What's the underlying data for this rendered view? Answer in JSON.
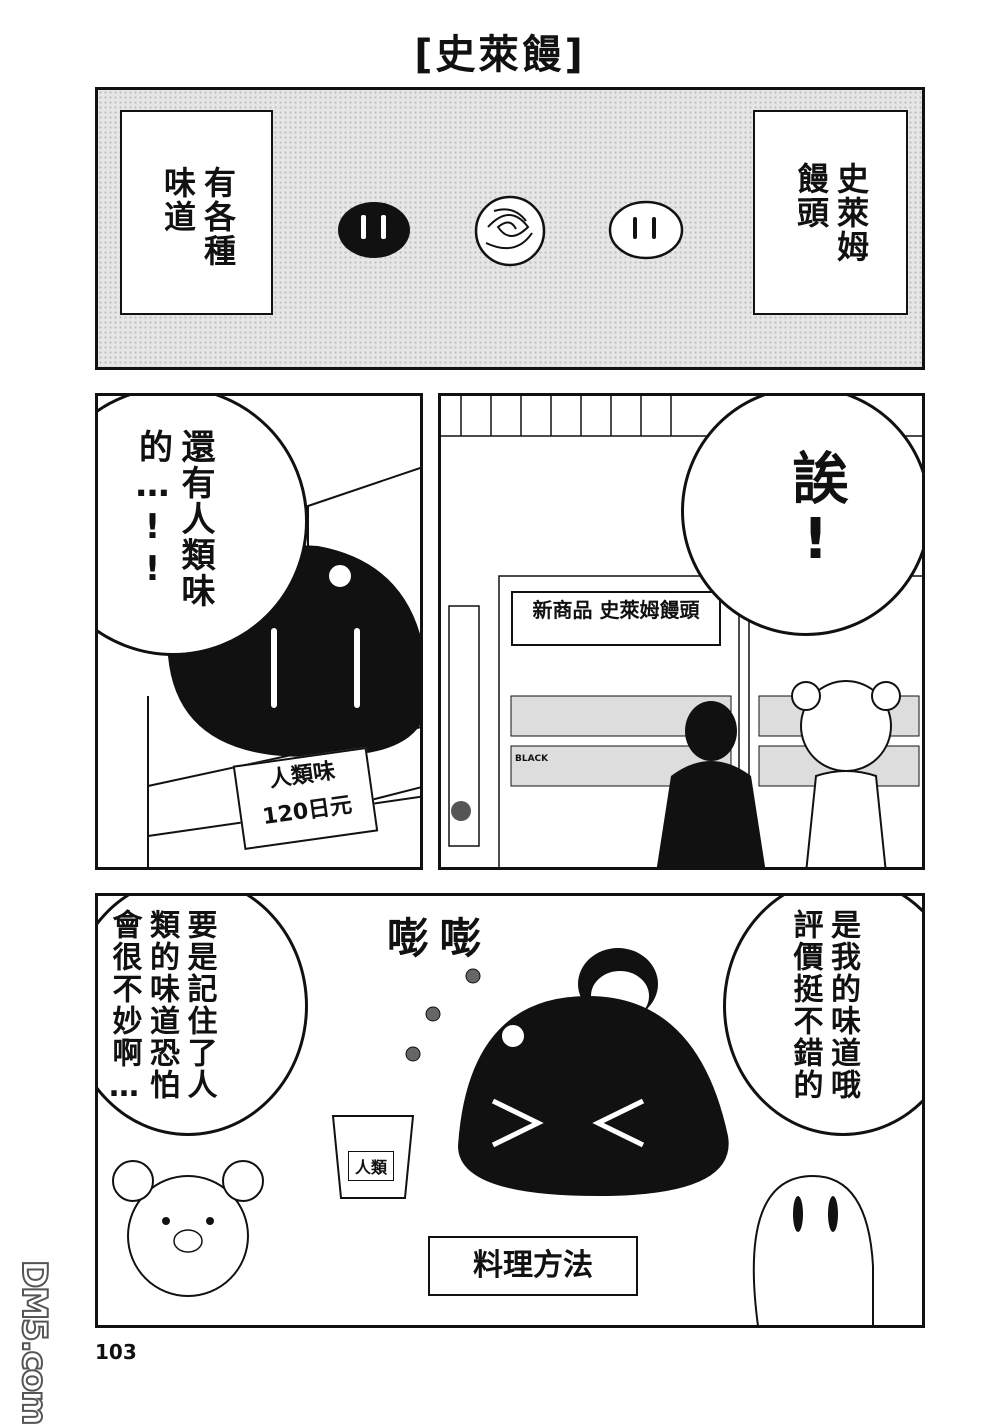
{
  "page": {
    "title": "[史萊饅]",
    "page_number": "103",
    "watermark": "DM5.com"
  },
  "panel1": {
    "box_right": "史萊姆饅頭",
    "box_left": "有各種味道"
  },
  "panel2": {
    "bubble": "還有人類味的…!!",
    "price_sign": {
      "line1": "人類味",
      "line2": "120日元"
    }
  },
  "panel3": {
    "bubble": "誒!",
    "machine_sign": "新商品 史萊姆饅頭",
    "product_label": "BLACK"
  },
  "panel4": {
    "bubble_right": "是我的味道哦評價挺不錯的",
    "bubble_left": "要是記住了人類的味道恐怕會很不妙啊…",
    "sfx": "嘭嘭",
    "box_label": "人類",
    "caption": "料理方法"
  }
}
